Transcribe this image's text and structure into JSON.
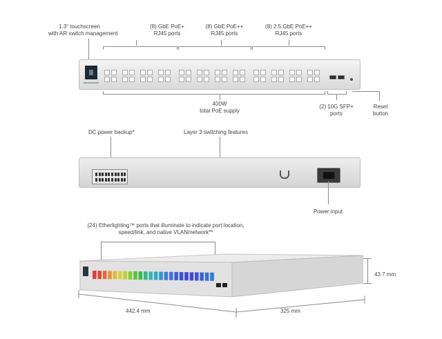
{
  "front": {
    "touchscreen": [
      "1.3\" touchscreen",
      "with AR switch management"
    ],
    "gbe_poe_plus": [
      "(8) GbE PoE+",
      "RJ45 ports"
    ],
    "gbe_poe_plusplus": [
      "(8) GbE PoE++",
      "RJ45 ports"
    ],
    "gbe25_poe_plusplus": [
      "(8) 2.5 GbE PoE++",
      "RJ45 ports"
    ],
    "poe_supply": [
      "400W",
      "total PoE supply"
    ],
    "sfp": [
      "(2) 10G SFP+",
      "ports"
    ],
    "reset": [
      "Reset",
      "button"
    ]
  },
  "back": {
    "dc_backup": "DC power backup*",
    "layer3": "Layer 3 switching features",
    "power_input": "Power input"
  },
  "perspective": {
    "etherlighting": [
      "(24) Etherlighting™ ports that illuminate to indicate port location,",
      "speed/link, and native VLAN/network**"
    ],
    "height": "43.7 mm",
    "width": "442.4 mm",
    "depth": "325 mm"
  },
  "colors": {
    "etherlighting": [
      "#e23b3b",
      "#e04a3a",
      "#e5693a",
      "#e8923c",
      "#e8b33c",
      "#d9cf3a",
      "#b8d23a",
      "#8ccb3a",
      "#5fc23d",
      "#3dbb56",
      "#38b884",
      "#36b3ad",
      "#35a6c8",
      "#3593d4",
      "#3b7fd9",
      "#4a6ddb",
      "#3a5fd8",
      "#3553d3",
      "#3a4bd0",
      "#4a46cc",
      "#3e56d2",
      "#3a62d6",
      "#356fd8",
      "#2f7bd9"
    ]
  }
}
